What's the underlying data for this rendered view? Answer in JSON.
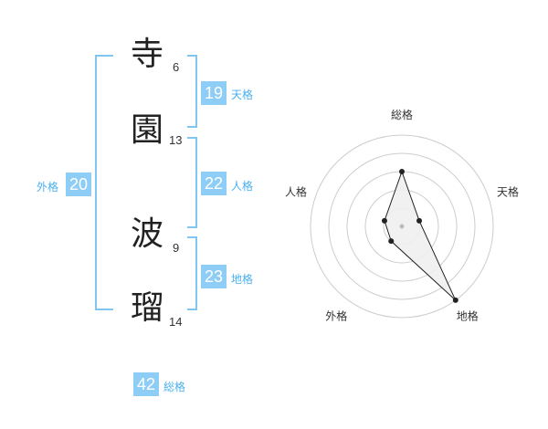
{
  "name": {
    "characters": [
      {
        "kanji": "寺",
        "strokes": "6"
      },
      {
        "kanji": "園",
        "strokes": "13"
      },
      {
        "kanji": "波",
        "strokes": "9"
      },
      {
        "kanji": "瑠",
        "strokes": "14"
      }
    ]
  },
  "fortune": {
    "tenkaku": {
      "value": "19",
      "label": "天格"
    },
    "jinkaku": {
      "value": "22",
      "label": "人格"
    },
    "chikaku": {
      "value": "23",
      "label": "地格"
    },
    "gaikaku": {
      "value": "20",
      "label": "外格"
    },
    "soukaku": {
      "value": "42",
      "label": "総格"
    }
  },
  "chart_data": {
    "type": "radar",
    "axes": [
      "総格",
      "天格",
      "地格",
      "外格",
      "人格"
    ],
    "values": [
      3,
      1,
      5,
      1,
      1
    ],
    "max": 5,
    "rings": 4,
    "colors": {
      "fill": "#f0f0f0",
      "line": "#222222",
      "grid": "#cccccc",
      "point": "#222222"
    }
  }
}
